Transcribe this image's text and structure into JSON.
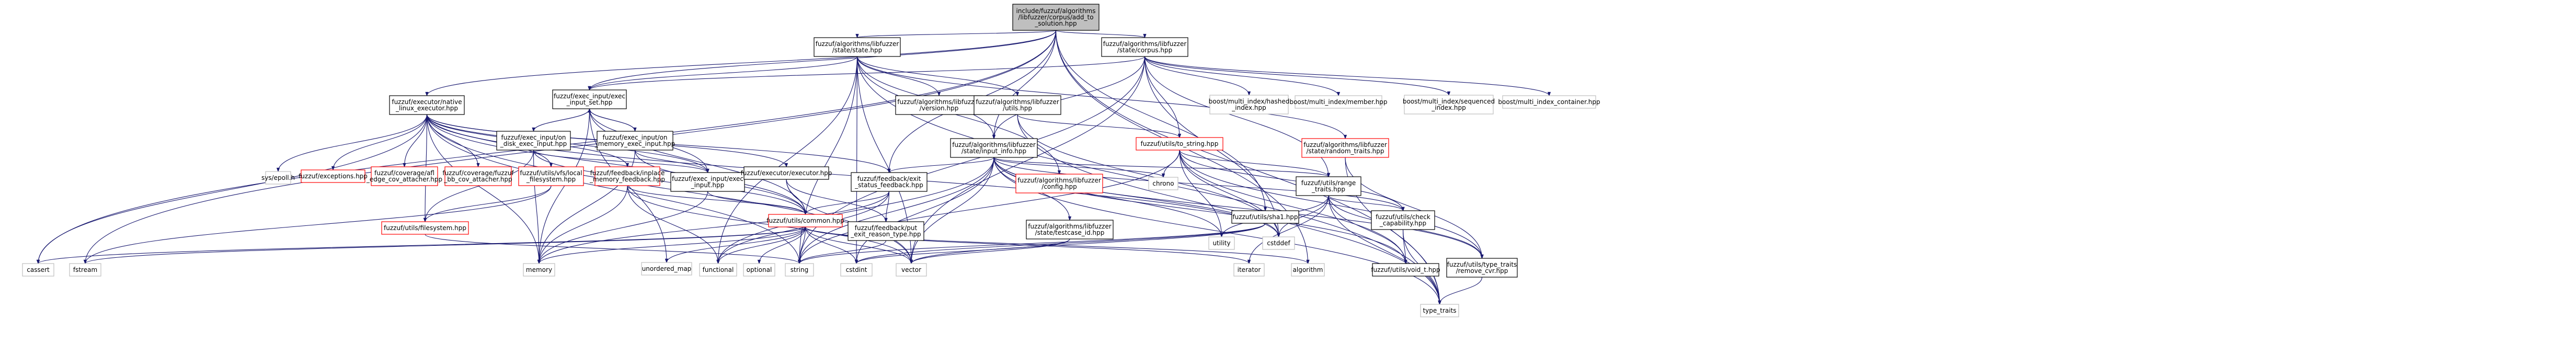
{
  "colors": {
    "root_fill": "#bfbfbf",
    "node_border": "#000000",
    "truncated_border": "#ff0000",
    "system_border": "#bfbfbf",
    "edge": "#191970"
  },
  "nodes": [
    {
      "id": "root",
      "kind": "root",
      "lines": [
        "include/fuzzuf/algorithms",
        "/libfuzzer/corpus/add_to",
        "_solution.hpp"
      ]
    },
    {
      "id": "state",
      "kind": "local",
      "lines": [
        "fuzzuf/algorithms/libfuzzer",
        "/state/state.hpp"
      ]
    },
    {
      "id": "corpus",
      "kind": "local",
      "lines": [
        "fuzzuf/algorithms/libfuzzer",
        "/state/corpus.hpp"
      ]
    },
    {
      "id": "exec_input_set",
      "kind": "local",
      "lines": [
        "fuzzuf/exec_input/exec",
        "_input_set.hpp"
      ]
    },
    {
      "id": "native",
      "kind": "local",
      "lines": [
        "fuzzuf/executor/native",
        "_linux_executor.hpp"
      ]
    },
    {
      "id": "version",
      "kind": "local",
      "lines": [
        "fuzzuf/algorithms/libfuzzer",
        "/version.hpp"
      ]
    },
    {
      "id": "lf_utils",
      "kind": "local",
      "lines": [
        "fuzzuf/algorithms/libfuzzer",
        "/utils.hpp"
      ]
    },
    {
      "id": "on_disk",
      "kind": "local",
      "lines": [
        "fuzzuf/exec_input/on",
        "_disk_exec_input.hpp"
      ]
    },
    {
      "id": "on_memory",
      "kind": "local",
      "lines": [
        "fuzzuf/exec_input/on",
        "_memory_exec_input.hpp"
      ]
    },
    {
      "id": "input_info",
      "kind": "local",
      "lines": [
        "fuzzuf/algorithms/libfuzzer",
        "/state/input_info.hpp"
      ]
    },
    {
      "id": "to_string",
      "kind": "trunc",
      "lines": [
        "fuzzuf/utils/to_string.hpp"
      ]
    },
    {
      "id": "random_traits",
      "kind": "trunc",
      "lines": [
        "fuzzuf/algorithms/libfuzzer",
        "/state/random_traits.hpp"
      ]
    },
    {
      "id": "exceptions",
      "kind": "trunc",
      "lines": [
        "fuzzuf/exceptions.hpp"
      ]
    },
    {
      "id": "afl_edge",
      "kind": "trunc",
      "lines": [
        "fuzzuf/coverage/afl",
        "_edge_cov_attacher.hpp"
      ]
    },
    {
      "id": "fuzzuf_bb",
      "kind": "trunc",
      "lines": [
        "fuzzuf/coverage/fuzzuf",
        "_bb_cov_attacher.hpp"
      ]
    },
    {
      "id": "vfs_local",
      "kind": "trunc",
      "lines": [
        "fuzzuf/utils/vfs/local",
        "_filesystem.hpp"
      ]
    },
    {
      "id": "inplace",
      "kind": "trunc",
      "lines": [
        "fuzzuf/feedback/inplace",
        "_memory_feedback.hpp"
      ]
    },
    {
      "id": "exec_input",
      "kind": "local",
      "lines": [
        "fuzzuf/exec_input/exec",
        "_input.hpp"
      ]
    },
    {
      "id": "executor",
      "kind": "local",
      "lines": [
        "fuzzuf/executor/executor.hpp"
      ]
    },
    {
      "id": "exit_status",
      "kind": "local",
      "lines": [
        "fuzzuf/feedback/exit",
        "_status_feedback.hpp"
      ]
    },
    {
      "id": "lf_config",
      "kind": "trunc",
      "lines": [
        "fuzzuf/algorithms/libfuzzer",
        "/config.hpp"
      ]
    },
    {
      "id": "range_traits",
      "kind": "local",
      "lines": [
        "fuzzuf/utils/range",
        "_traits.hpp"
      ]
    },
    {
      "id": "sha1",
      "kind": "local",
      "lines": [
        "fuzzuf/utils/sha1.hpp"
      ]
    },
    {
      "id": "filesystem",
      "kind": "trunc",
      "lines": [
        "fuzzuf/utils/filesystem.hpp"
      ]
    },
    {
      "id": "common",
      "kind": "trunc",
      "lines": [
        "fuzzuf/utils/common.hpp"
      ]
    },
    {
      "id": "put_exit",
      "kind": "local",
      "lines": [
        "fuzzuf/feedback/put",
        "_exit_reason_type.hpp"
      ]
    },
    {
      "id": "testcase_id",
      "kind": "local",
      "lines": [
        "fuzzuf/algorithms/libfuzzer",
        "/state/testcase_id.hpp"
      ]
    },
    {
      "id": "check_capability",
      "kind": "local",
      "lines": [
        "fuzzuf/utils/check",
        "_capability.hpp"
      ]
    },
    {
      "id": "void_t",
      "kind": "local",
      "lines": [
        "fuzzuf/utils/void_t.hpp"
      ]
    },
    {
      "id": "remove_cvr",
      "kind": "local",
      "lines": [
        "fuzzuf/utils/type_traits",
        "/remove_cvr.hpp"
      ]
    },
    {
      "id": "bmi_hashed",
      "kind": "sys",
      "lines": [
        "boost/multi_index/hashed",
        "_index.hpp"
      ]
    },
    {
      "id": "bmi_member",
      "kind": "sys",
      "lines": [
        "boost/multi_index/member.hpp"
      ]
    },
    {
      "id": "bmi_sequenced",
      "kind": "sys",
      "lines": [
        "boost/multi_index/sequenced",
        "_index.hpp"
      ]
    },
    {
      "id": "bmi_container",
      "kind": "sys",
      "lines": [
        "boost/multi_index_container.hpp"
      ]
    },
    {
      "id": "sys_epoll",
      "kind": "sys",
      "lines": [
        "sys/epoll.h"
      ]
    },
    {
      "id": "chrono",
      "kind": "sys",
      "lines": [
        "chrono"
      ]
    },
    {
      "id": "utility",
      "kind": "sys",
      "lines": [
        "utility"
      ]
    },
    {
      "id": "cstddef",
      "kind": "sys",
      "lines": [
        "cstddef"
      ]
    },
    {
      "id": "cassert",
      "kind": "sys",
      "lines": [
        "cassert"
      ]
    },
    {
      "id": "fstream",
      "kind": "sys",
      "lines": [
        "fstream"
      ]
    },
    {
      "id": "memory",
      "kind": "sys",
      "lines": [
        "memory"
      ]
    },
    {
      "id": "unordered_map",
      "kind": "sys",
      "lines": [
        "unordered_map"
      ]
    },
    {
      "id": "functional",
      "kind": "sys",
      "lines": [
        "functional"
      ]
    },
    {
      "id": "optional",
      "kind": "sys",
      "lines": [
        "optional"
      ]
    },
    {
      "id": "string",
      "kind": "sys",
      "lines": [
        "string"
      ]
    },
    {
      "id": "cstdint",
      "kind": "sys",
      "lines": [
        "cstdint"
      ]
    },
    {
      "id": "vector",
      "kind": "sys",
      "lines": [
        "vector"
      ]
    },
    {
      "id": "iterator",
      "kind": "sys",
      "lines": [
        "iterator"
      ]
    },
    {
      "id": "algorithm",
      "kind": "sys",
      "lines": [
        "algorithm"
      ]
    },
    {
      "id": "type_traits",
      "kind": "sys",
      "lines": [
        "type_traits"
      ]
    }
  ],
  "edges": [
    [
      "root",
      "state"
    ],
    [
      "root",
      "corpus"
    ],
    [
      "root",
      "exec_input_set"
    ],
    [
      "root",
      "native"
    ],
    [
      "root",
      "input_info"
    ],
    [
      "root",
      "exit_status"
    ],
    [
      "root",
      "cassert"
    ],
    [
      "root",
      "fstream"
    ],
    [
      "root",
      "algorithm"
    ],
    [
      "root",
      "type_traits"
    ],
    [
      "root",
      "sha1"
    ],
    [
      "state",
      "exec_input_set"
    ],
    [
      "state",
      "version"
    ],
    [
      "state",
      "lf_utils"
    ],
    [
      "state",
      "input_info"
    ],
    [
      "state",
      "lf_config"
    ],
    [
      "state",
      "random_traits"
    ],
    [
      "state",
      "string"
    ],
    [
      "state",
      "vector"
    ],
    [
      "state",
      "cstdint"
    ],
    [
      "state",
      "functional"
    ],
    [
      "state",
      "type_traits"
    ],
    [
      "corpus",
      "exec_input_set"
    ],
    [
      "corpus",
      "input_info"
    ],
    [
      "corpus",
      "to_string"
    ],
    [
      "corpus",
      "bmi_hashed"
    ],
    [
      "corpus",
      "bmi_member"
    ],
    [
      "corpus",
      "bmi_sequenced"
    ],
    [
      "corpus",
      "bmi_container"
    ],
    [
      "corpus",
      "vector"
    ],
    [
      "corpus",
      "string"
    ],
    [
      "corpus",
      "cstddef"
    ],
    [
      "corpus",
      "range_traits"
    ],
    [
      "exec_input_set",
      "on_disk"
    ],
    [
      "exec_input_set",
      "on_memory"
    ],
    [
      "exec_input_set",
      "exec_input"
    ],
    [
      "exec_input_set",
      "common"
    ],
    [
      "exec_input_set",
      "memory"
    ],
    [
      "exec_input_set",
      "unordered_map"
    ],
    [
      "on_disk",
      "exec_input_set"
    ],
    [
      "on_disk",
      "exec_input"
    ],
    [
      "on_disk",
      "filesystem"
    ],
    [
      "on_disk",
      "common"
    ],
    [
      "on_disk",
      "memory"
    ],
    [
      "on_memory",
      "exec_input_set"
    ],
    [
      "on_memory",
      "exec_input"
    ],
    [
      "on_memory",
      "common"
    ],
    [
      "on_memory",
      "memory"
    ],
    [
      "exec_input",
      "common"
    ],
    [
      "exec_input",
      "memory"
    ],
    [
      "native",
      "sys_epoll"
    ],
    [
      "native",
      "exceptions"
    ],
    [
      "native",
      "afl_edge"
    ],
    [
      "native",
      "fuzzuf_bb"
    ],
    [
      "native",
      "vfs_local"
    ],
    [
      "native",
      "inplace"
    ],
    [
      "native",
      "exec_input"
    ],
    [
      "native",
      "executor"
    ],
    [
      "native",
      "exit_status"
    ],
    [
      "native",
      "filesystem"
    ],
    [
      "native",
      "common"
    ],
    [
      "native",
      "cassert"
    ],
    [
      "native",
      "memory"
    ],
    [
      "native",
      "vector"
    ],
    [
      "native",
      "string"
    ],
    [
      "native",
      "cstddef"
    ],
    [
      "executor",
      "common"
    ],
    [
      "executor",
      "put_exit"
    ],
    [
      "executor",
      "vector"
    ],
    [
      "exit_status",
      "put_exit"
    ],
    [
      "exit_status",
      "common"
    ],
    [
      "exit_status",
      "memory"
    ],
    [
      "exit_status",
      "functional"
    ],
    [
      "inplace",
      "common"
    ],
    [
      "inplace",
      "memory"
    ],
    [
      "inplace",
      "functional"
    ],
    [
      "inplace",
      "vector"
    ],
    [
      "vfs_local",
      "filesystem"
    ],
    [
      "vfs_local",
      "fstream"
    ],
    [
      "lf_utils",
      "to_string"
    ],
    [
      "lf_utils",
      "cstddef"
    ],
    [
      "lf_utils",
      "type_traits"
    ],
    [
      "to_string",
      "chrono"
    ],
    [
      "to_string",
      "utility"
    ],
    [
      "to_string",
      "cstddef"
    ],
    [
      "to_string",
      "string"
    ],
    [
      "to_string",
      "range_traits"
    ],
    [
      "to_string",
      "check_capability"
    ],
    [
      "to_string",
      "remove_cvr"
    ],
    [
      "to_string",
      "void_t"
    ],
    [
      "input_info",
      "testcase_id"
    ],
    [
      "input_info",
      "exit_status"
    ],
    [
      "input_info",
      "chrono"
    ],
    [
      "input_info",
      "utility"
    ],
    [
      "input_info",
      "cstddef"
    ],
    [
      "input_info",
      "cstdint"
    ],
    [
      "input_info",
      "vector"
    ],
    [
      "input_info",
      "string"
    ],
    [
      "input_info",
      "range_traits"
    ],
    [
      "input_info",
      "check_capability"
    ],
    [
      "input_info",
      "remove_cvr"
    ],
    [
      "input_info",
      "void_t"
    ],
    [
      "input_info",
      "type_traits"
    ],
    [
      "input_info",
      "functional"
    ],
    [
      "testcase_id",
      "cstdint"
    ],
    [
      "testcase_id",
      "vector"
    ],
    [
      "range_traits",
      "utility"
    ],
    [
      "range_traits",
      "cstddef"
    ],
    [
      "range_traits",
      "iterator"
    ],
    [
      "range_traits",
      "check_capability"
    ],
    [
      "range_traits",
      "void_t"
    ],
    [
      "range_traits",
      "remove_cvr"
    ],
    [
      "range_traits",
      "type_traits"
    ],
    [
      "check_capability",
      "void_t"
    ],
    [
      "check_capability",
      "type_traits"
    ],
    [
      "remove_cvr",
      "type_traits"
    ],
    [
      "sha1",
      "string"
    ],
    [
      "sha1",
      "cstdint"
    ],
    [
      "sha1",
      "vector"
    ],
    [
      "random_traits",
      "type_traits"
    ],
    [
      "random_traits",
      "remove_cvr"
    ],
    [
      "common",
      "cassert"
    ],
    [
      "common",
      "fstream"
    ],
    [
      "common",
      "memory"
    ],
    [
      "common",
      "unordered_map"
    ],
    [
      "common",
      "functional"
    ],
    [
      "common",
      "optional"
    ],
    [
      "common",
      "string"
    ],
    [
      "common",
      "cstdint"
    ],
    [
      "common",
      "vector"
    ],
    [
      "common",
      "iterator"
    ],
    [
      "common",
      "algorithm"
    ],
    [
      "put_exit",
      "string"
    ],
    [
      "filesystem",
      "string"
    ]
  ]
}
